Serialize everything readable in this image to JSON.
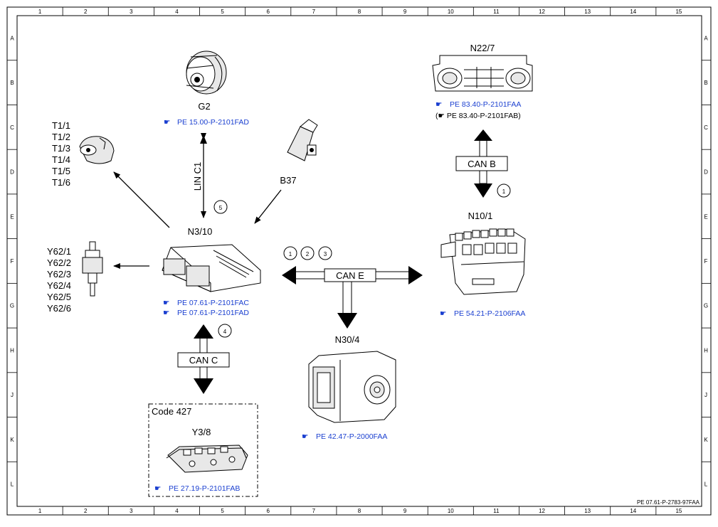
{
  "grid": {
    "columns": [
      "1",
      "2",
      "3",
      "4",
      "5",
      "6",
      "7",
      "8",
      "9",
      "10",
      "11",
      "12",
      "13",
      "14",
      "15"
    ],
    "rows": [
      "A",
      "B",
      "C",
      "D",
      "E",
      "F",
      "G",
      "H",
      "J",
      "K",
      "L"
    ]
  },
  "components": {
    "g2": {
      "name": "G2",
      "ref": "PE 15.00-P-2101FAD"
    },
    "n22_7": {
      "name": "N22/7",
      "ref": "PE 83.40-P-2101FAA",
      "ref_alt": "(☛ PE 83.40-P-2101FAB)"
    },
    "t1": {
      "names": [
        "T1/1",
        "T1/2",
        "T1/3",
        "T1/4",
        "T1/5",
        "T1/6"
      ]
    },
    "b37": {
      "name": "B37"
    },
    "n3_10": {
      "name": "N3/10",
      "refs": [
        "PE 07.61-P-2101FAC",
        "PE 07.61-P-2101FAD"
      ]
    },
    "y62": {
      "names": [
        "Y62/1",
        "Y62/2",
        "Y62/3",
        "Y62/4",
        "Y62/5",
        "Y62/6"
      ]
    },
    "n10_1": {
      "name": "N10/1",
      "ref": "PE 54.21-P-2106FAA"
    },
    "n30_4": {
      "name": "N30/4",
      "ref": "PE 42.47-P-2000FAA"
    },
    "y3_8": {
      "name": "Y3/8",
      "ref": "PE 27.19-P-2101FAB",
      "code": "Code 427"
    }
  },
  "buses": {
    "lin": "LIN C1",
    "can_b": "CAN B",
    "can_c": "CAN C",
    "can_e": "CAN E"
  },
  "markers": {
    "lin": "5",
    "can_b": "1",
    "can_c": "4",
    "can_e": [
      "1",
      "2",
      "3"
    ]
  },
  "footer_code": "PE 07.61-P-2783-97FAA"
}
